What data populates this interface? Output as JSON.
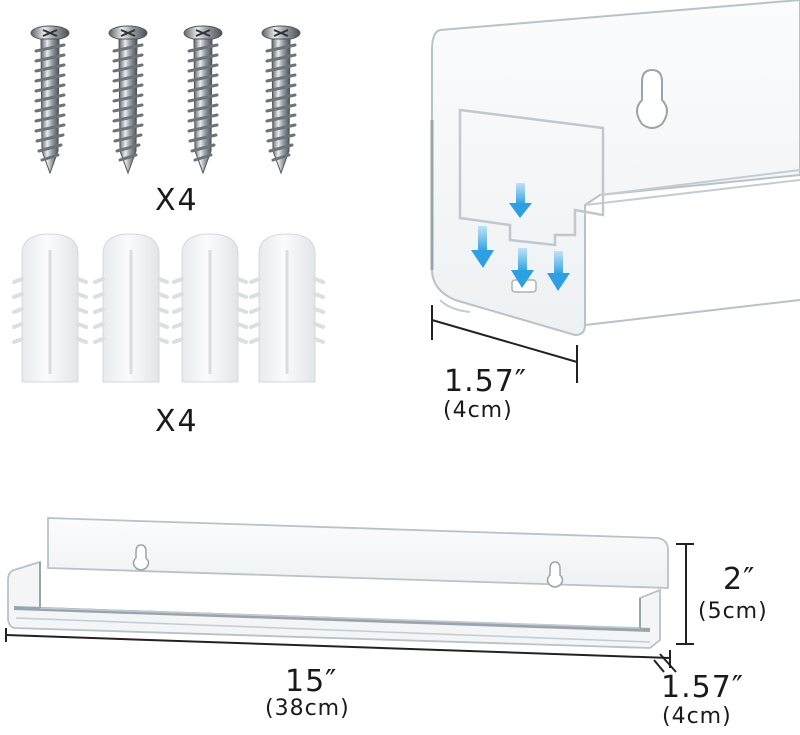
{
  "screws": {
    "count_label": "X4"
  },
  "anchors": {
    "count_label": "X4"
  },
  "detail": {
    "depth_label": "1.57″",
    "depth_metric": "(4cm)"
  },
  "shelf": {
    "length_label": "15″",
    "length_metric": "(38cm)",
    "height_label": "2″",
    "height_metric": "(5cm)",
    "depth_label": "1.57″",
    "depth_metric": "(4cm)"
  },
  "colors": {
    "background": "#ffffff",
    "acrylic_edge": "#b9c2c8",
    "metal": "#8d9399",
    "arrow": "#3aa8e6",
    "text": "#1a1a1a"
  }
}
